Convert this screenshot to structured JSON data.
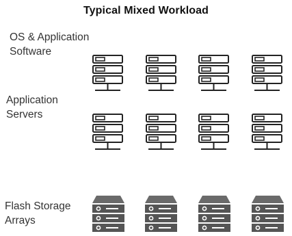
{
  "title": "Typical Mixed Workload",
  "labels": {
    "os_software": [
      "OS & Application",
      "Software"
    ],
    "app_servers": [
      "Application",
      "Servers"
    ],
    "flash_storage": [
      "Flash Storage",
      "Arrays"
    ]
  },
  "icons": {
    "server_rows": 2,
    "servers_per_row": 4,
    "storage_arrays": 4,
    "server_icon": "rack-server-icon",
    "storage_icon": "flash-storage-array-icon"
  },
  "colors": {
    "server_outline": "#222222",
    "storage_fill": "#555555",
    "storage_top": "#6a6a6a",
    "storage_lines": "#ffffff"
  }
}
